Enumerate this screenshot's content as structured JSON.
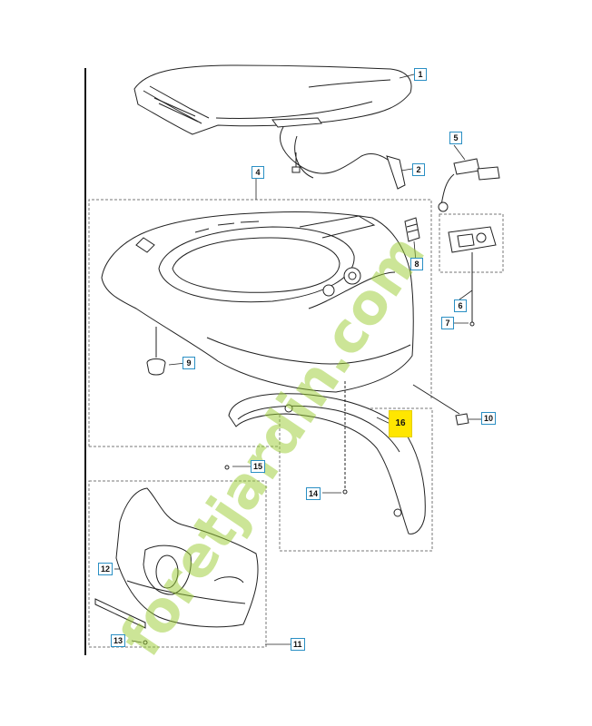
{
  "callouts": {
    "c1": "1",
    "c2": "2",
    "c4": "4",
    "c5": "5",
    "c6": "6",
    "c7": "7",
    "c8": "8",
    "c9": "9",
    "c10": "10",
    "c11": "11",
    "c12": "12",
    "c13": "13",
    "c14": "14",
    "c15": "15",
    "c16": "16"
  },
  "watermark": {
    "text": "foretjardin.com"
  },
  "colors": {
    "callout_border": "#2a8fc4",
    "highlight": "#ffe600",
    "line": "#222222",
    "dashed": "#777777",
    "watermark": "#9acd32"
  }
}
